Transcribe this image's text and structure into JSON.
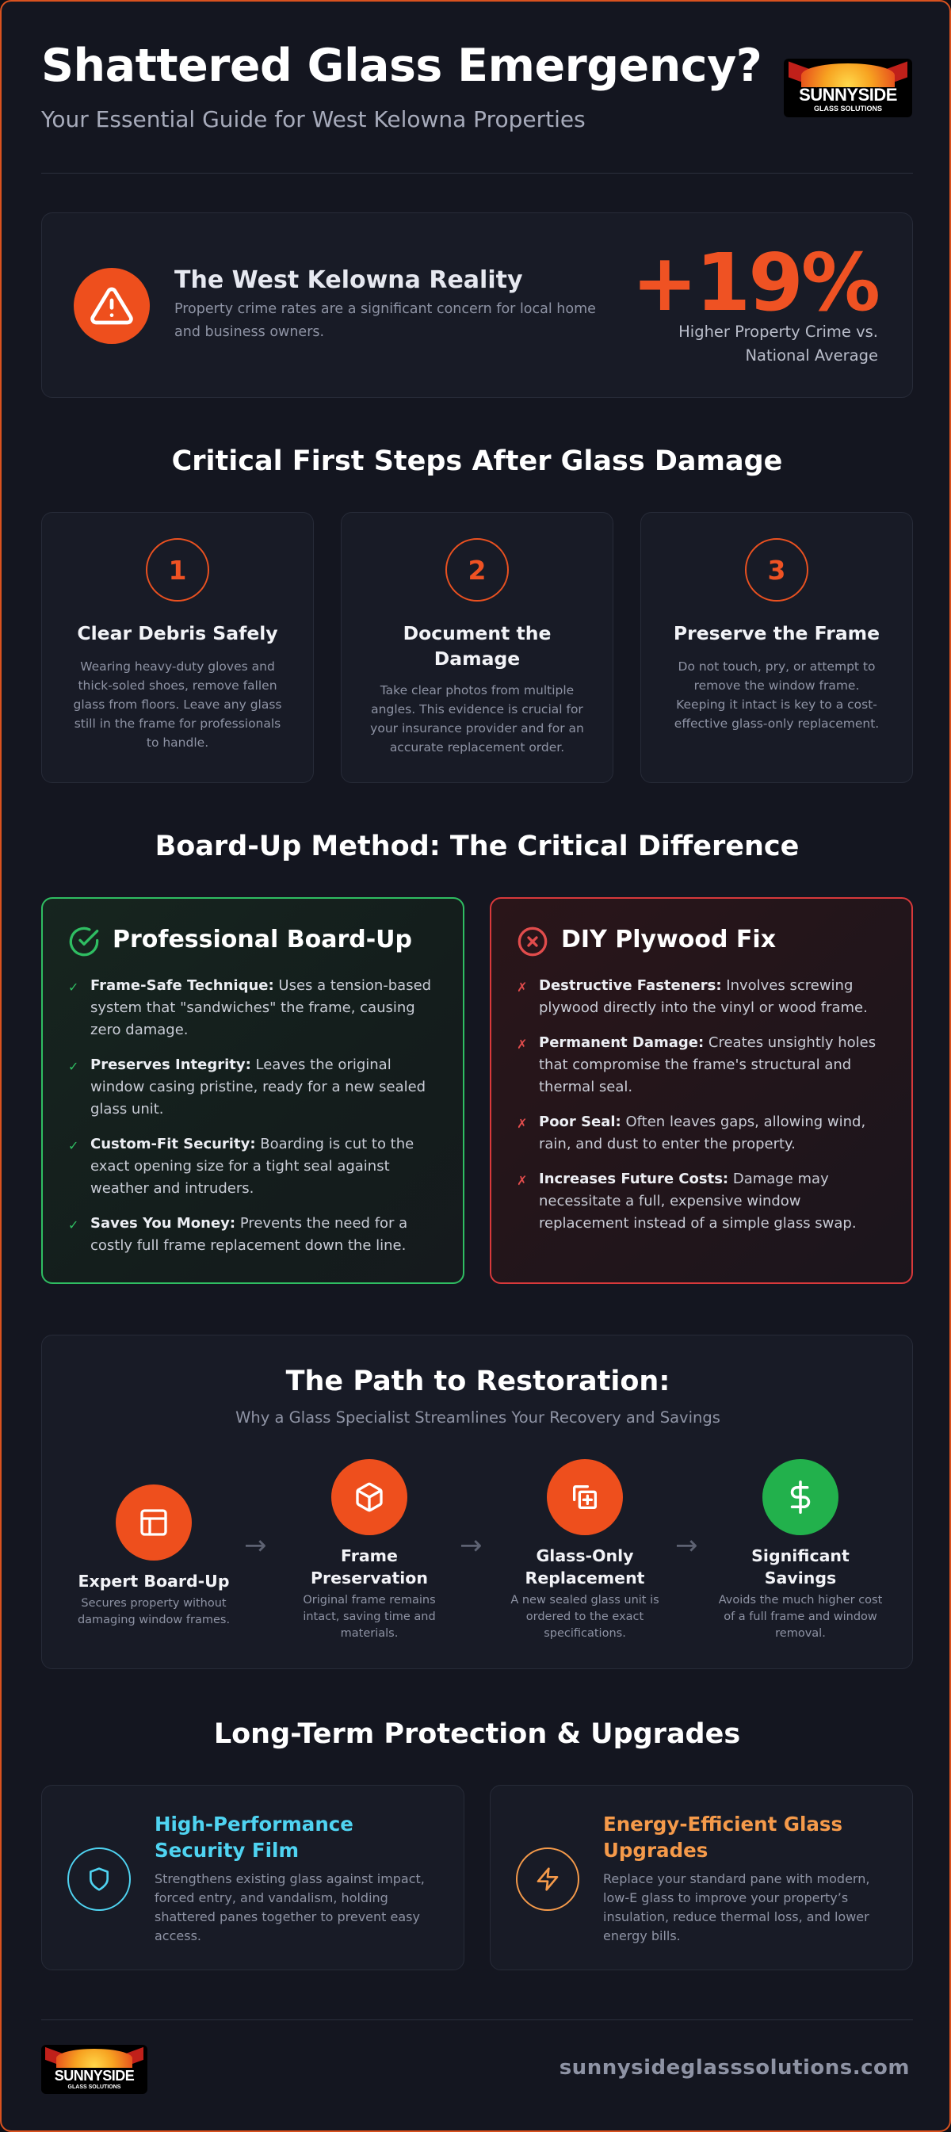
{
  "header": {
    "title": "Shattered Glass Emergency?",
    "subtitle": "Your Essential Guide for West Kelowna Properties",
    "logo_text": "SUNNYSIDE",
    "logo_tagline": "GLASS SOLUTIONS"
  },
  "reality": {
    "icon": "warning-triangle-icon",
    "title": "The West Kelowna Reality",
    "description": "Property crime rates are a significant concern for local home and business owners.",
    "stat_value": "+19%",
    "stat_label": "Higher Property Crime vs. National Average"
  },
  "first_steps": {
    "title": "Critical First Steps After Glass Damage",
    "steps": [
      {
        "number": "1",
        "title": "Clear Debris Safely",
        "description": "Wearing heavy-duty gloves and thick-soled shoes, remove fallen glass from floors. Leave any glass still in the frame for professionals to handle."
      },
      {
        "number": "2",
        "title": "Document the Damage",
        "description": "Take clear photos from multiple angles. This evidence is crucial for your insurance provider and for an accurate replacement order."
      },
      {
        "number": "3",
        "title": "Preserve the Frame",
        "description": "Do not touch, pry, or attempt to remove the window frame. Keeping it intact is key to a cost-effective glass-only replacement."
      }
    ]
  },
  "board_up": {
    "title": "Board-Up Method: The Critical Difference",
    "professional": {
      "title": "Professional Board-Up",
      "icon": "check-circle-icon",
      "items": [
        {
          "label": "Frame-Safe Technique:",
          "text": " Uses a tension-based system that \"sandwiches\" the frame, causing zero damage."
        },
        {
          "label": "Preserves Integrity:",
          "text": " Leaves the original window casing pristine, ready for a new sealed glass unit."
        },
        {
          "label": "Custom-Fit Security:",
          "text": " Boarding is cut to the exact opening size for a tight seal against weather and intruders."
        },
        {
          "label": "Saves You Money:",
          "text": " Prevents the need for a costly full frame replacement down the line."
        }
      ]
    },
    "diy": {
      "title": "DIY Plywood Fix",
      "icon": "x-circle-icon",
      "items": [
        {
          "label": "Destructive Fasteners:",
          "text": " Involves screwing plywood directly into the vinyl or wood frame."
        },
        {
          "label": "Permanent Damage:",
          "text": " Creates unsightly holes that compromise the frame's structural and thermal seal."
        },
        {
          "label": "Poor Seal:",
          "text": " Often leaves gaps, allowing wind, rain, and dust to enter the property."
        },
        {
          "label": "Increases Future Costs:",
          "text": " Damage may necessitate a full, expensive window replacement instead of a simple glass swap."
        }
      ]
    }
  },
  "path": {
    "title": "The Path to Restoration:",
    "subtitle": "Why a Glass Specialist Streamlines Your Recovery and Savings",
    "steps": [
      {
        "title": "Expert Board-Up",
        "description": "Secures property without damaging window frames.",
        "icon": "layout-icon"
      },
      {
        "title": "Frame Preservation",
        "description": "Original frame remains intact, saving time and materials.",
        "icon": "box-icon"
      },
      {
        "title": "Glass-Only Replacement",
        "description": "A new sealed glass unit is ordered to the exact specifications.",
        "icon": "frame-replace-icon"
      },
      {
        "title": "Significant Savings",
        "description": "Avoids the much higher cost of a full frame and window removal.",
        "icon": "dollar-icon"
      }
    ]
  },
  "long_term": {
    "title": "Long-Term Protection & Upgrades",
    "cards": [
      {
        "title": "High-Performance Security Film",
        "description": "Strengthens existing glass against impact, forced entry, and vandalism, holding shattered panes together to prevent easy access.",
        "icon": "shield-icon"
      },
      {
        "title": "Energy-Efficient Glass Upgrades",
        "description": "Replace your standard pane with modern, low-E glass to improve your property’s insulation, reduce thermal loss, and lower energy bills.",
        "icon": "lightning-icon"
      }
    ]
  },
  "footer": {
    "url": "sunnysideglasssolutions.com"
  },
  "colors": {
    "accent": "#ef5223",
    "success": "#2fbd62",
    "danger": "#d8393b",
    "cyan": "#4fd3f1",
    "amber": "#f59a4a"
  }
}
